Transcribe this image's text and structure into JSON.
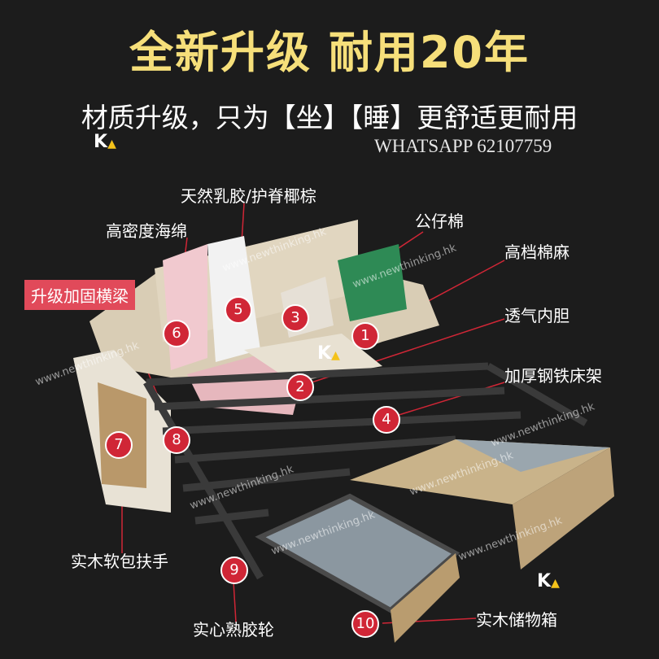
{
  "title": "全新升级 耐用20年",
  "subtitle": "材质升级，只为【坐】【睡】更舒适更耐用",
  "whatsapp": "WHATSAPP 62107759",
  "watermark": "www.newthinking.hk",
  "logo_text": "K",
  "labels": {
    "latex": "天然乳胶/护脊椰棕",
    "sponge": "高密度海绵",
    "doll_cotton": "公仔棉",
    "linen": "高档棉麻",
    "beam": "升级加固横梁",
    "inner": "透气内胆",
    "frame": "加厚钢铁床架",
    "armrest": "实木软包扶手",
    "wheel": "实心熟胶轮",
    "storage": "实木储物箱"
  },
  "numbers": [
    "1",
    "2",
    "3",
    "4",
    "5",
    "6",
    "7",
    "8",
    "9",
    "10"
  ],
  "colors": {
    "title": "#f6df7a",
    "marker": "#d02636",
    "background": "#1c1c1c"
  }
}
